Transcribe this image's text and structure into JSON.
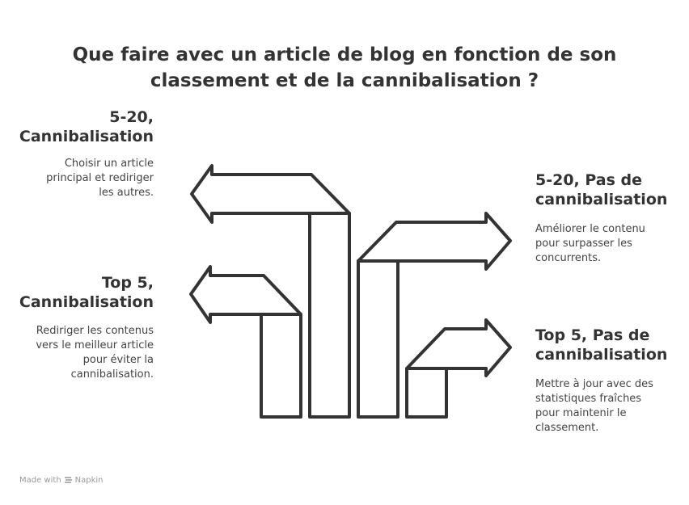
{
  "title": "Que faire avec un article de blog en fonction de son classement et de la cannibalisation ?",
  "quadrants": {
    "top_left": {
      "heading": "5-20, Cannibalisation",
      "description": "Choisir un article principal et rediriger les autres."
    },
    "bottom_left": {
      "heading": "Top 5, Cannibalisation",
      "description": "Rediriger les contenus vers le meilleur article pour éviter la cannibalisation."
    },
    "top_right": {
      "heading": "5-20, Pas de cannibalisation",
      "description": "Améliorer le contenu pour surpasser les concurrents."
    },
    "bottom_right": {
      "heading": "Top 5, Pas de cannibalisation",
      "description": "Mettre à jour avec des statistiques fraîches pour maintenir le classement."
    }
  },
  "footer": {
    "made_with": "Made with",
    "brand": "Napkin"
  },
  "colors": {
    "text": "#333333",
    "stroke": "#333333",
    "footer": "#9a9a9a"
  }
}
